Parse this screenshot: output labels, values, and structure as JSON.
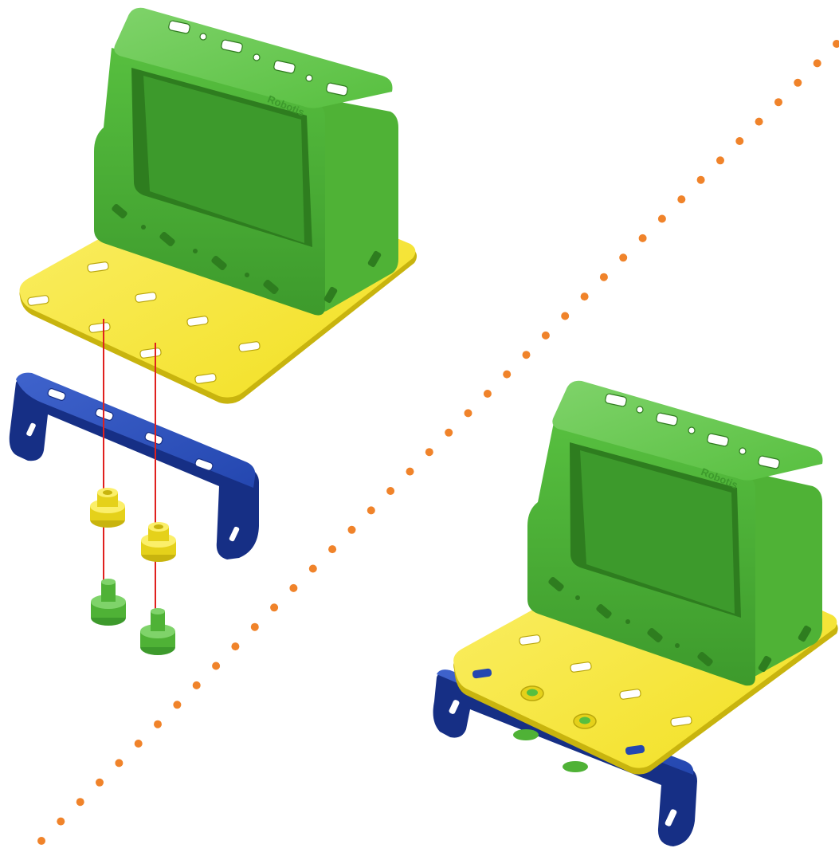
{
  "diagram": {
    "brand_mark": "Robotis",
    "colors": {
      "green": "#57bf3f",
      "green_dark": "#3d9a2c",
      "green_light": "#7fd36a",
      "yellow": "#f2df1f",
      "yellow_dark": "#c8b40e",
      "yellow_light": "#fbef6a",
      "blue": "#2447b0",
      "blue_dark": "#162f85",
      "blue_light": "#3f63cc",
      "axis_line": "#e0201e",
      "divider_dots": "#f0832a"
    },
    "panels": [
      {
        "id": "exploded",
        "parts": [
          "green-frame",
          "yellow-plate",
          "blue-bracket",
          "yellow-bushing",
          "yellow-bushing",
          "green-rivet",
          "green-rivet"
        ]
      },
      {
        "id": "assembled",
        "parts": [
          "green-frame",
          "yellow-plate",
          "blue-bracket"
        ]
      }
    ]
  }
}
